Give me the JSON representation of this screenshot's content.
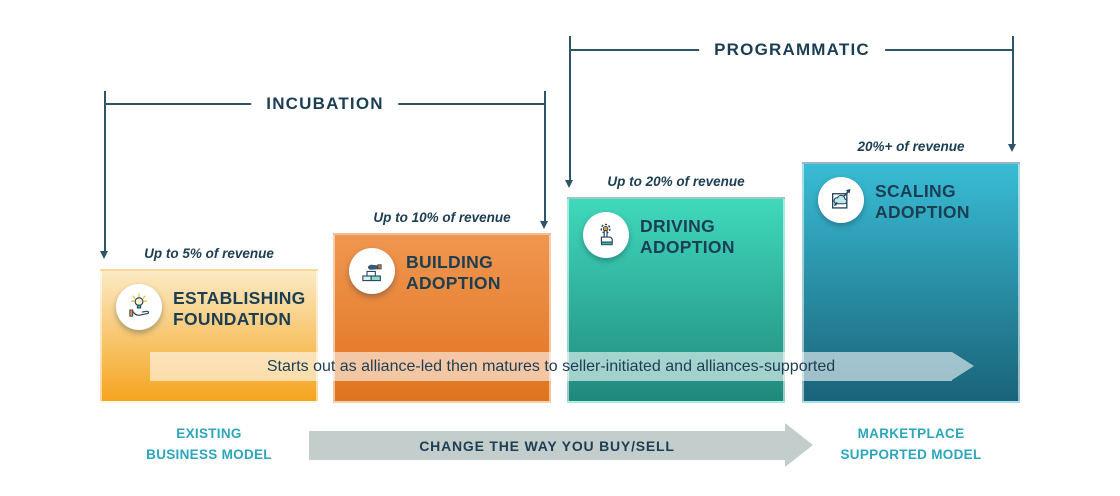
{
  "brackets": {
    "incubation_label": "INCUBATION",
    "programmatic_label": "PROGRAMMATIC"
  },
  "stages": [
    {
      "revenue": "Up to 5% of revenue",
      "title1": "ESTABLISHING",
      "title2": "FOUNDATION",
      "icon": "hand-idea-icon",
      "gradient": [
        "#FBEAC4",
        "#F5A41E"
      ]
    },
    {
      "revenue": "Up to 10% of revenue",
      "title1": "BUILDING",
      "title2": "ADOPTION",
      "icon": "hand-bricks-icon",
      "gradient": [
        "#F09650",
        "#E0741F"
      ]
    },
    {
      "revenue": "Up to 20% of revenue",
      "title1": "DRIVING",
      "title2": "ADOPTION",
      "icon": "click-gear-icon",
      "gradient": [
        "#3FD9BC",
        "#21887E"
      ]
    },
    {
      "revenue": "20%+ of revenue",
      "title1": "SCALING",
      "title2": "ADOPTION",
      "icon": "cloud-scale-icon",
      "gradient": [
        "#39BCD5",
        "#1A6378"
      ]
    }
  ],
  "band_text": "Starts out as alliance-led then matures to seller-initiated and alliances-supported",
  "footer": {
    "existing_line1": "EXISTING",
    "existing_line2": "BUSINESS MODEL",
    "arrow_label": "CHANGE THE WAY YOU BUY/SELL",
    "marketplace_line1": "MARKETPLACE",
    "marketplace_line2": "SUPPORTED MODEL"
  },
  "colors": {
    "navy_text": "#1C3E53",
    "bracket_line": "#2E5468",
    "teal_label": "#2BA6BC",
    "gray_arrow": "#C3CDCB",
    "band_overlay": "rgba(255,255,255,0.58)"
  }
}
